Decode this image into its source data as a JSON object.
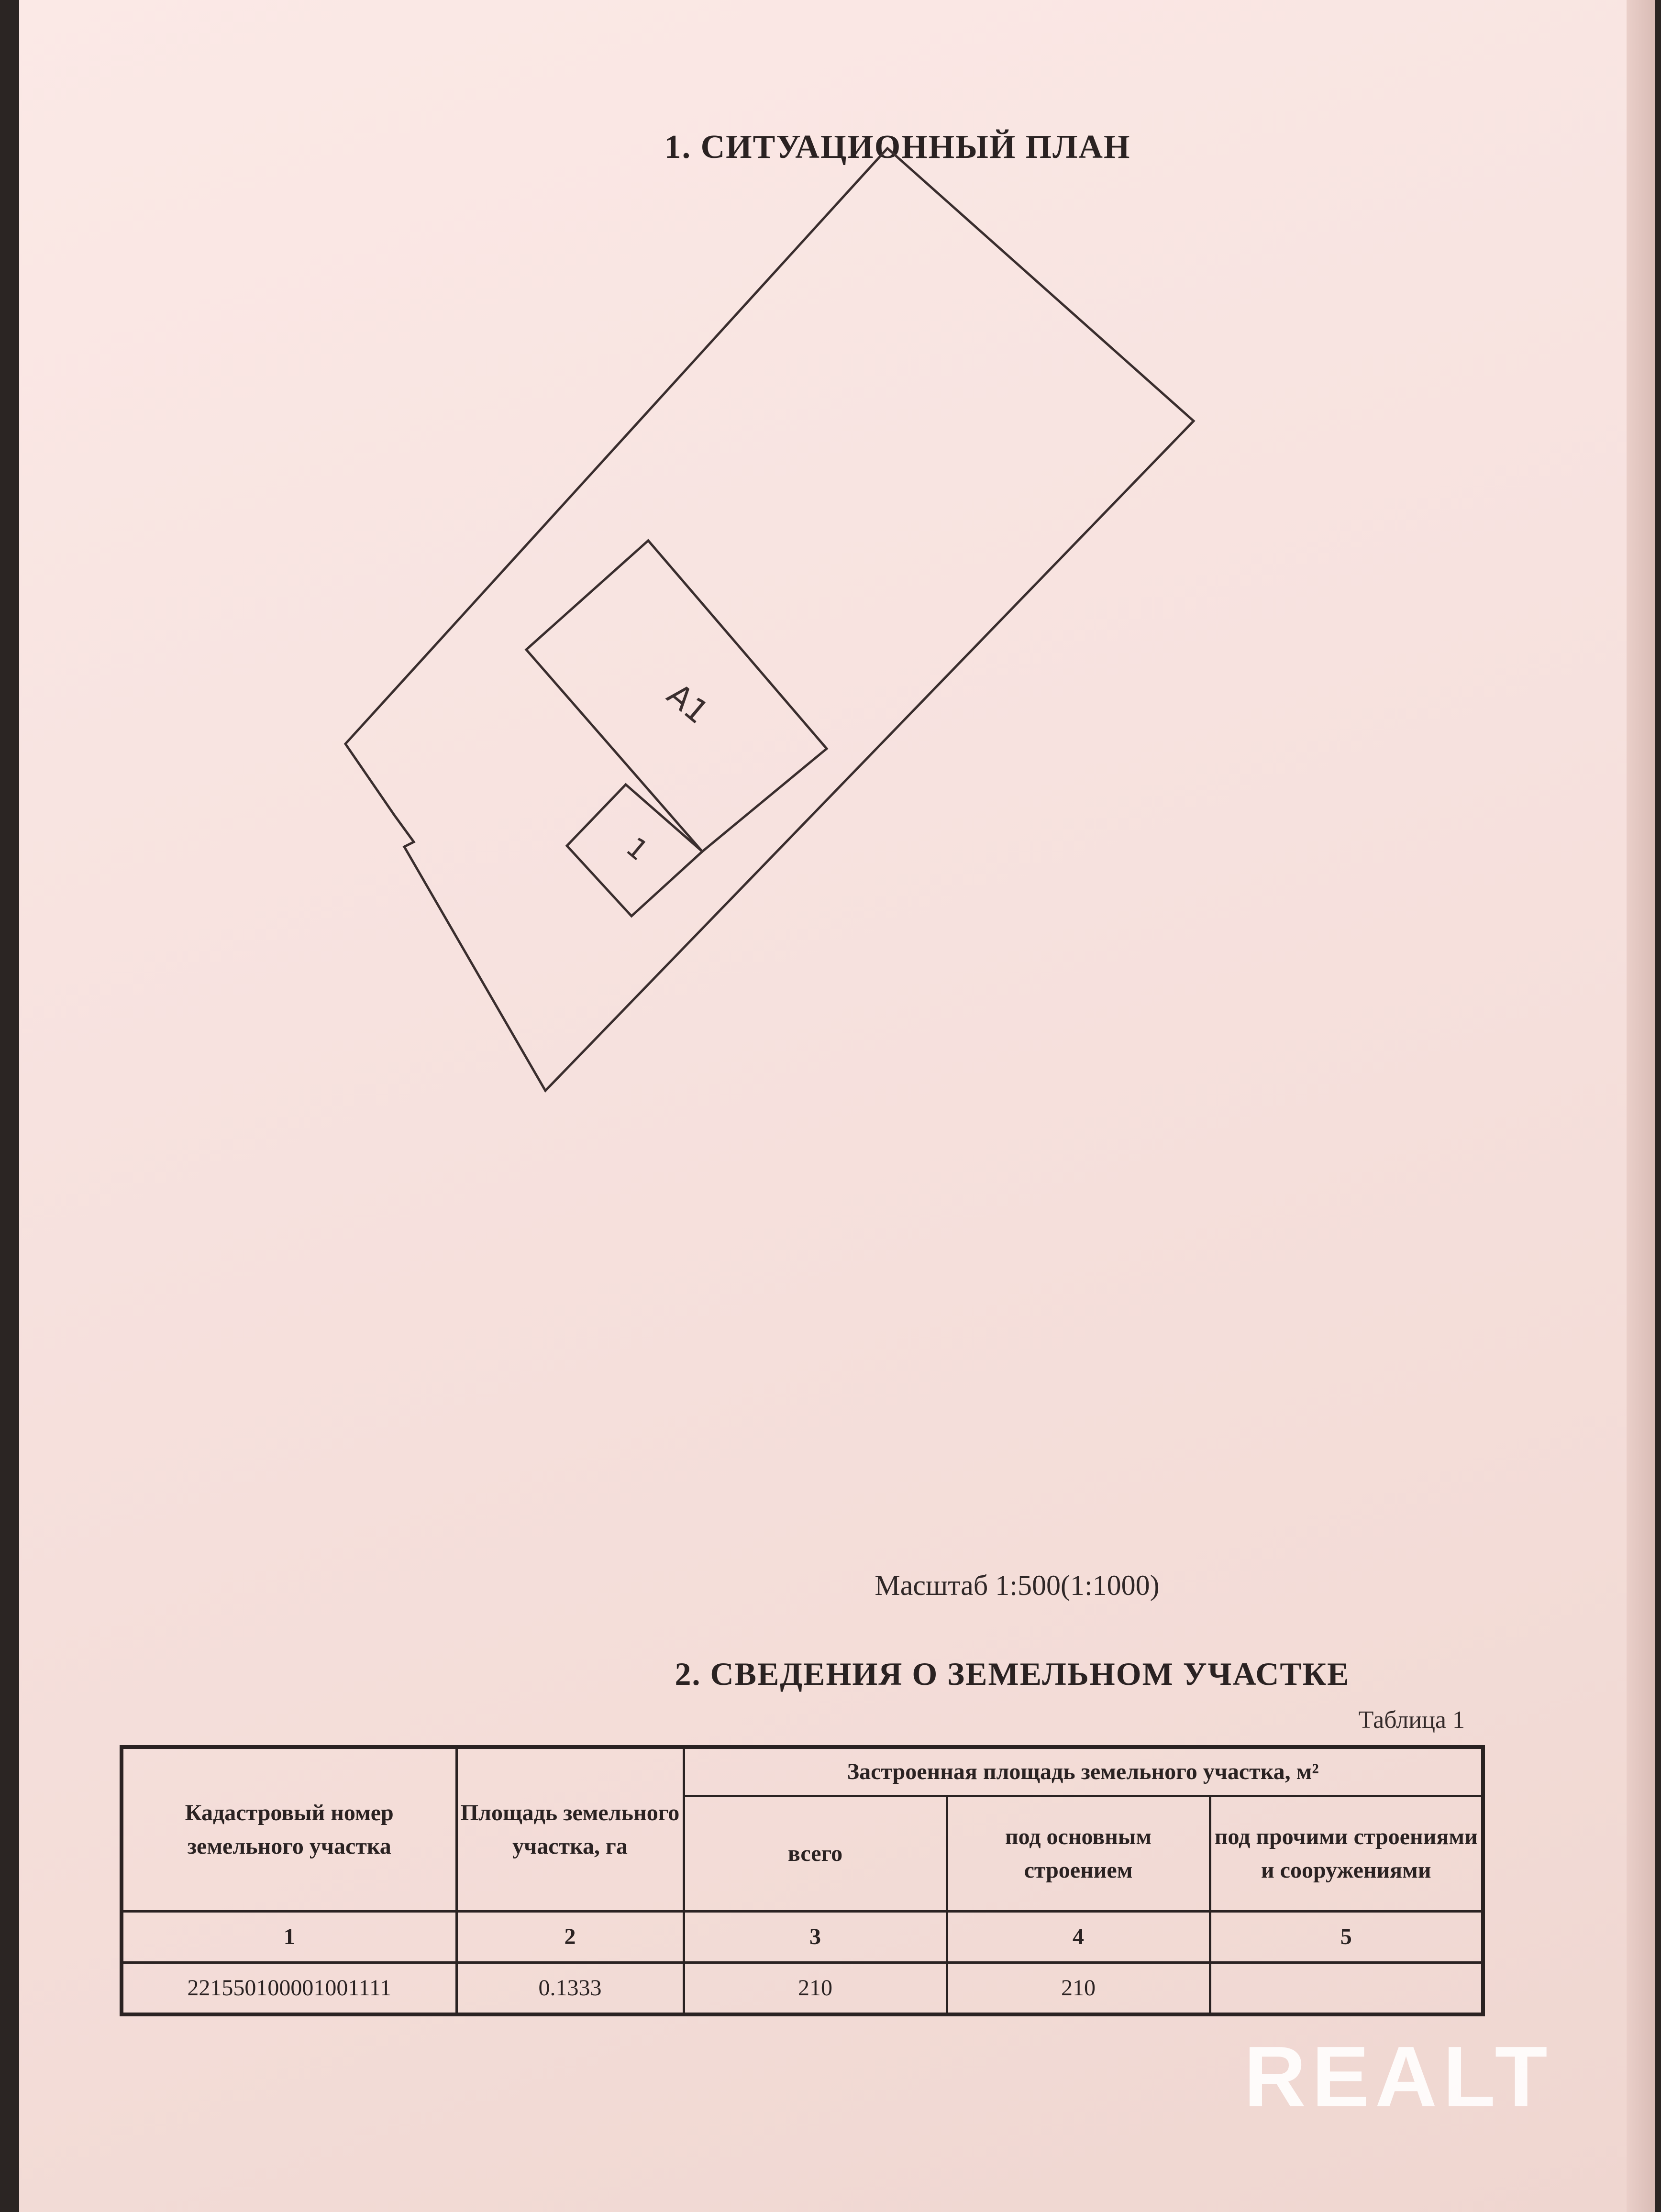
{
  "document": {
    "plan_title": "1. СИТУАЦИОННЫЙ ПЛАН",
    "plan_labels": {
      "building_a": "А1",
      "outbuilding": "1"
    },
    "scale": "Масштаб  1:500(1:1000)",
    "section_title": "2. СВЕДЕНИЯ О ЗЕМЕЛЬНОМ УЧАСТКЕ",
    "table_label": "Таблица 1"
  },
  "table": {
    "headers": {
      "cadastral": "Кадастровый номер земельного участка",
      "area": "Площадь земельного участка, га",
      "built_area": "Застроенная площадь земельного участка, м²",
      "total": "всего",
      "main_building": "под основным строением",
      "other_buildings": "под прочими строениями и сооружениями"
    },
    "column_numbers": [
      "1",
      "2",
      "3",
      "4",
      "5"
    ],
    "row": {
      "cadastral": "221550100001001111",
      "area": "0.1333",
      "total": "210",
      "main_building": "210",
      "other_buildings": ""
    }
  },
  "watermark": "REALT"
}
